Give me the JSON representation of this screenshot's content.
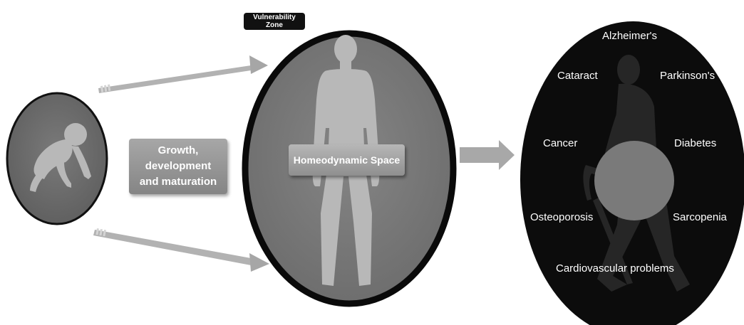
{
  "boxes": {
    "growth_line1": "Growth, development",
    "growth_line2": "and maturation",
    "homeodynamic_space": "Homeodynamic Space",
    "vulnerability_zone": "Vulnerability Zone"
  },
  "diseases": {
    "alzheimers": "Alzheimer's",
    "cataract": "Cataract",
    "parkinsons": "Parkinson's",
    "cancer": "Cancer",
    "diabetes": "Diabetes",
    "osteoporosis": "Osteoporosis",
    "sarcopenia": "Sarcopenia",
    "cardiovascular": "Cardiovascular problems"
  },
  "icons": {
    "baby": "crawling-baby-silhouette-icon",
    "adult": "standing-human-silhouette-icon",
    "elderly": "walking-elderly-with-cane-silhouette-icon"
  },
  "colors": {
    "left_circle": "#6e6e6e",
    "middle_circle": "#7b7b7b",
    "right_circle": "#0c0c0c",
    "silhouette": "#b8b8b8",
    "arrow": "#b0b0b0"
  }
}
